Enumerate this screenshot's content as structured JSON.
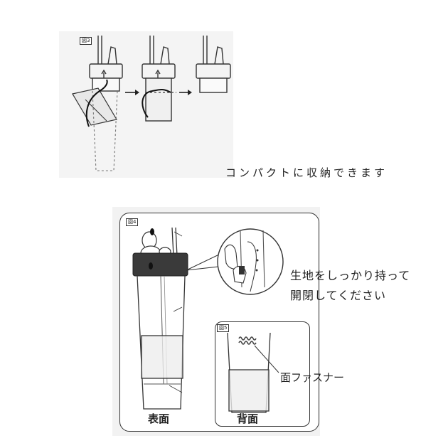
{
  "figure3": {
    "tag": "図3",
    "caption": "コンパクトに収納できます"
  },
  "figure4": {
    "tag": "図4",
    "instruction_line1": "生地をしっかり持って",
    "instruction_line2": "開閉してください",
    "label_front": "表面"
  },
  "figure5": {
    "tag": "図5",
    "label_fastener": "面ファスナー",
    "label_back": "背面"
  }
}
